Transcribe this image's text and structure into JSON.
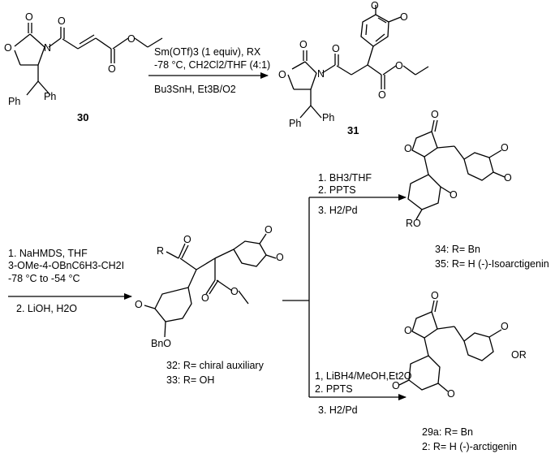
{
  "compounds": {
    "c30": {
      "label": "30"
    },
    "c31": {
      "label": "31"
    },
    "c34": {
      "label": "34: R= Bn"
    },
    "c35": {
      "label": "35: R= H (-)-Isoarctigenin"
    },
    "c32": {
      "label": "32: R= chiral auxiliary"
    },
    "c33": {
      "label": "33: R= OH"
    },
    "c29a": {
      "label": "29a: R= Bn"
    },
    "c2": {
      "label": "2: R= H (-)-arctigenin"
    }
  },
  "atoms": {
    "O": "O",
    "N": "N",
    "Ph": "Ph",
    "R": "R",
    "RO": "RO",
    "OR": "OR",
    "BnO": "BnO"
  },
  "conditions": {
    "step1": {
      "line1": "Sm(OTf)3 (1 equiv), RX",
      "line2": "-78 °C, CH2Cl2/THF (4:1)",
      "line3": "Bu3SnH, Et3B/O2"
    },
    "step2": {
      "line1": "1. NaHMDS, THF",
      "line2": "3-OMe-4-OBnC6H3-CH2I",
      "line3": "-78 °C to -54 °C",
      "line4": "2. LiOH, H2O"
    },
    "step3a": {
      "line1": "1. BH3/THF",
      "line2": "2. PPTS",
      "line3": "3. H2/Pd"
    },
    "step3b": {
      "line1": "1, LiBH4/MeOH,Et2O",
      "line2": "2. PPTS",
      "line3": "3. H2/Pd"
    }
  }
}
